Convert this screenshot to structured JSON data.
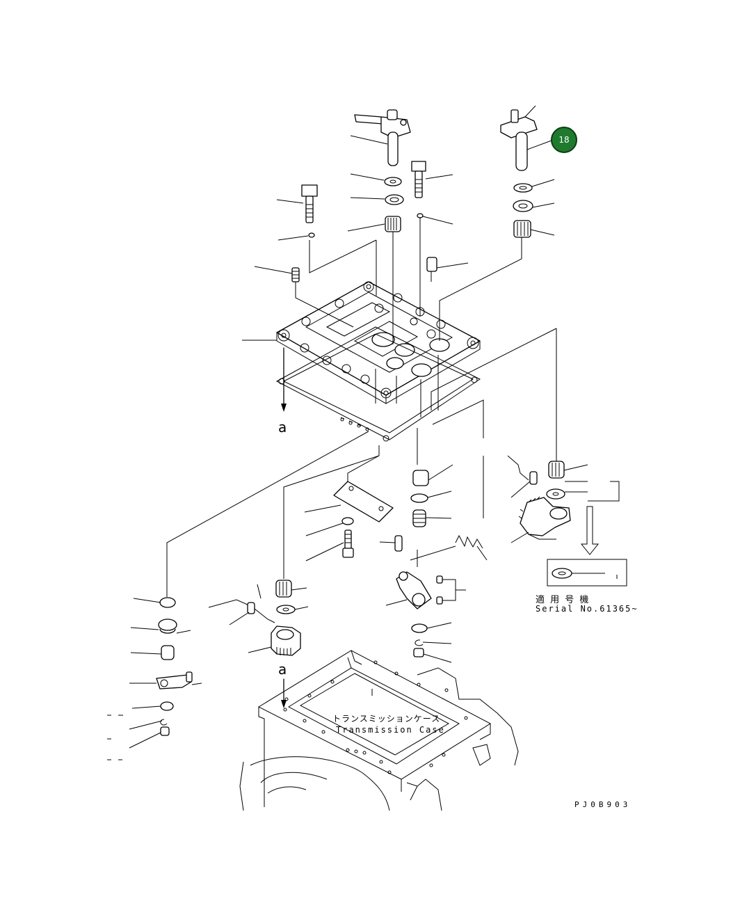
{
  "callout": {
    "number": "18",
    "color": "#1f7a2e"
  },
  "labels": {
    "section_mark_top": "a",
    "section_mark_bottom": "a",
    "serial_heading_jp": "適 用 号 機",
    "serial_number": "Serial No.61365~",
    "case_name_jp": "トランスミッションケース",
    "case_name_en": "Transmission Case",
    "drawing_code": "PJ0B903"
  }
}
